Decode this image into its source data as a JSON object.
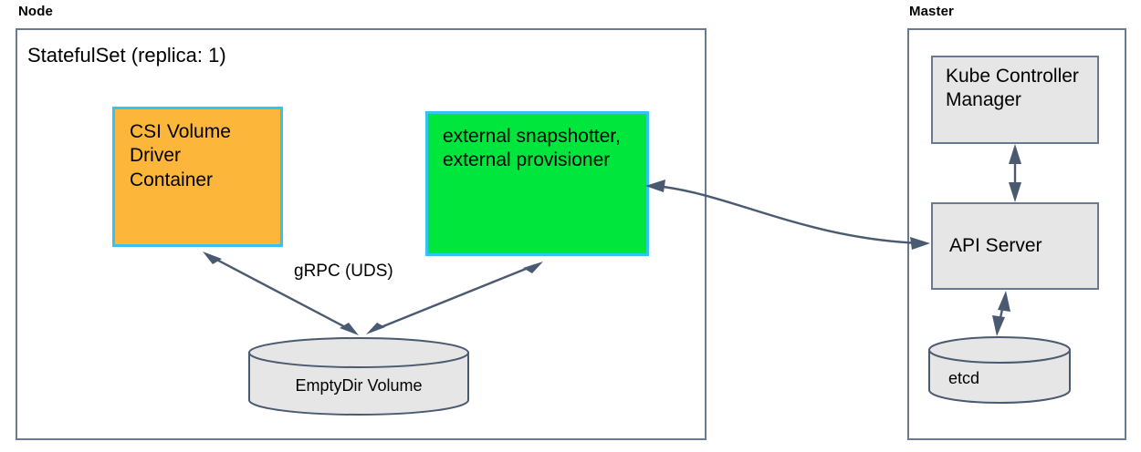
{
  "diagram": {
    "title_hidden": "",
    "zones": [
      {
        "key": "node",
        "label": "Node"
      },
      {
        "key": "master",
        "label": "Master"
      }
    ],
    "node": {
      "set_title": "StatefulSet (replica: 1)",
      "containers": [
        {
          "key": "csi-volume-driver",
          "label": "CSI Volume Driver Container",
          "color": "#fcb639",
          "border": "#35c3f3"
        },
        {
          "key": "external-sidecars",
          "label": "external snapshotter, external provisioner",
          "color": "#00e63c",
          "border": "#35c3f3"
        }
      ],
      "volume": {
        "key": "emptydir-volume",
        "label": "EmptyDir Volume"
      },
      "edges": [
        {
          "key": "grpc-uds",
          "label": "gRPC (UDS)"
        }
      ]
    },
    "master": {
      "components": [
        {
          "key": "kube-controller-manager",
          "label": "Kube Controller Manager"
        },
        {
          "key": "api-server",
          "label": "API Server"
        }
      ],
      "datastore": {
        "key": "etcd",
        "label": "etcd"
      }
    },
    "colors": {
      "orange_fill": "#fcb639",
      "green_fill": "#00e63c",
      "cyan_border": "#35c3f3",
      "gray_fill": "#e6e6e6",
      "line_stroke": "#4a5a70",
      "zone_border": "#6a7a93"
    }
  }
}
